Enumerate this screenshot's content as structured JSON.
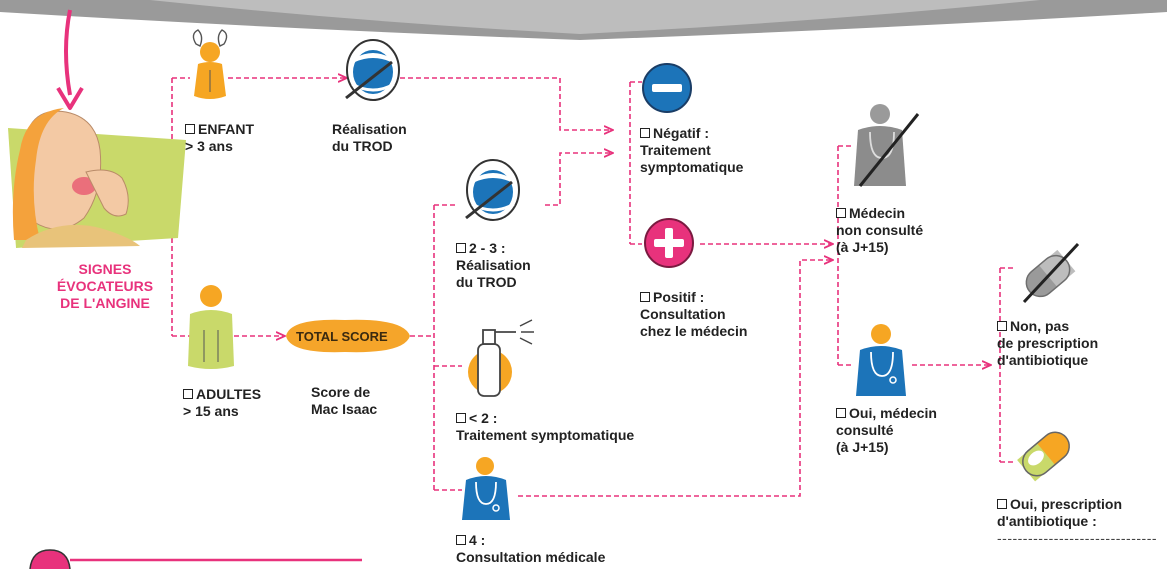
{
  "start": {
    "title_lines": [
      "SIGNES",
      "ÉVOCATEURS",
      "DE L'ANGINE"
    ]
  },
  "enfant": {
    "label_lines": [
      "ENFANT",
      "> 3 ans"
    ]
  },
  "trod_enfant": {
    "label_lines": [
      "Réalisation",
      "du TROD"
    ]
  },
  "adultes": {
    "label_lines": [
      "ADULTES",
      "> 15 ans"
    ]
  },
  "total_score": {
    "label": "TOTAL SCORE"
  },
  "mac_isaac": {
    "label_lines": [
      "Score de",
      "Mac Isaac"
    ]
  },
  "score_2_3": {
    "label_lines": [
      "2 - 3 :",
      "Réalisation",
      "du TROD"
    ]
  },
  "score_lt2": {
    "label_lines": [
      "< 2 :",
      "Traitement symptomatique"
    ]
  },
  "score_4": {
    "label_lines": [
      "4 :",
      "Consultation médicale"
    ]
  },
  "negatif": {
    "label_lines": [
      "Négatif :",
      "Traitement",
      "symptomatique"
    ]
  },
  "positif": {
    "label_lines": [
      "Positif :",
      "Consultation",
      "chez le médecin"
    ]
  },
  "medecin_non": {
    "label_lines": [
      "Médecin",
      "non consulté",
      "(à J+15)"
    ]
  },
  "medecin_oui": {
    "label_lines": [
      "Oui, médecin",
      "consulté",
      "(à J+15)"
    ]
  },
  "non_prescription": {
    "label_lines": [
      "Non, pas",
      "de prescription",
      "d'antibiotique"
    ]
  },
  "oui_prescription": {
    "label_lines": [
      "Oui, prescription",
      "d'antibiotique :"
    ],
    "blank": "-------------------------------"
  },
  "colors": {
    "pink": "#e8327c",
    "blue": "#1c74b9",
    "orange": "#f6a623",
    "green": "#b5c43a"
  },
  "icons": [
    "child-icon",
    "throat-swab-icon",
    "sore-throat-patient-icon",
    "adult-icon",
    "spray-bottle-icon",
    "doctor-icon",
    "negative-icon",
    "positive-icon",
    "crossed-doctor-icon",
    "crossed-pill-icon",
    "pill-icon"
  ]
}
